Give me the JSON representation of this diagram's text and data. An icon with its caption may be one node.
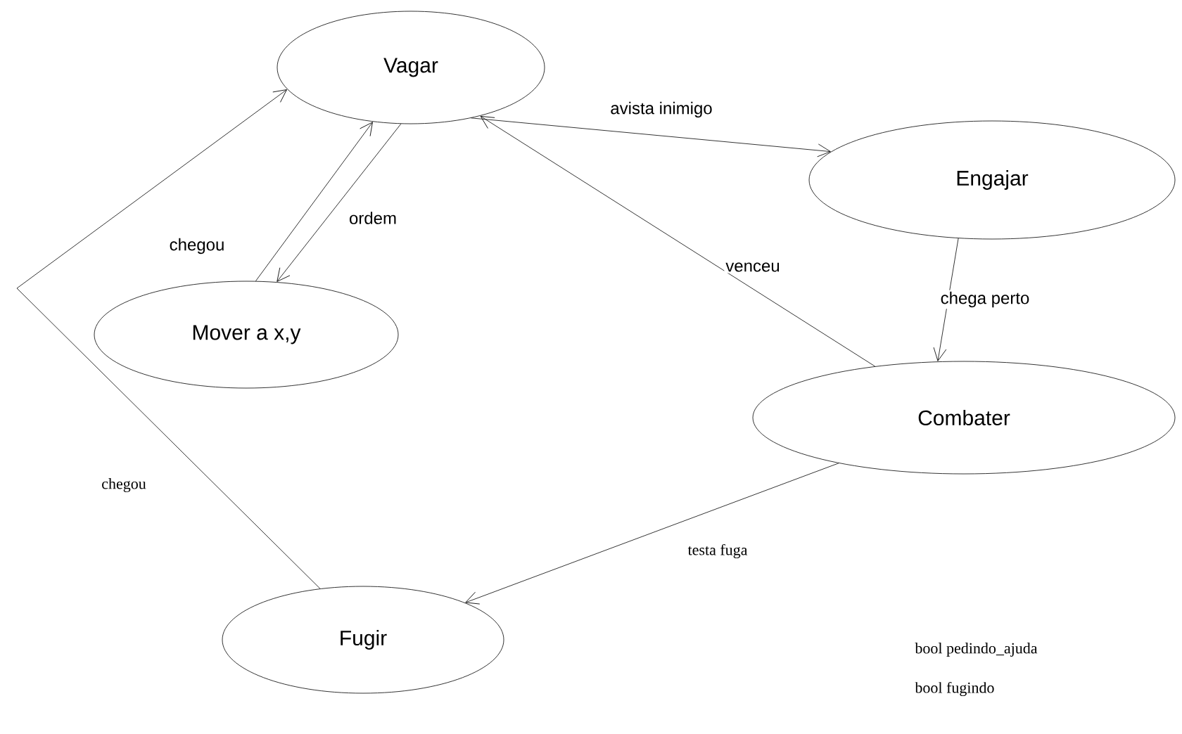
{
  "diagram": {
    "nodes": [
      {
        "text": [
          "Vagar"
        ]
      },
      {
        "text": [
          "Engajar"
        ]
      },
      {
        "text": [
          "Mover a x,y"
        ]
      },
      {
        "text": [
          "Combater"
        ]
      },
      {
        "text": [
          "Fugir"
        ]
      }
    ],
    "edges": [
      {
        "from": 0,
        "to": 1,
        "arrow": "to",
        "label": "avista inimigo"
      },
      {
        "from": 1,
        "to": 3,
        "arrow": "to",
        "label": "chega perto"
      },
      {
        "from": 3,
        "to": 0,
        "arrow": "to",
        "label": "venceu"
      },
      {
        "from": 3,
        "to": 4,
        "arrow": "to",
        "label": "testa fuga"
      },
      {
        "from": 2,
        "to": 0,
        "arrow": "to",
        "label": "chegou"
      },
      {
        "from": 0,
        "to": 2,
        "arrow": "to",
        "label": "ordem"
      },
      {
        "from": 4,
        "to": 0,
        "arrow": "to",
        "label": "chegou"
      }
    ],
    "labels": [
      "bool pedindo_ajuda",
      "bool fugindo"
    ]
  }
}
